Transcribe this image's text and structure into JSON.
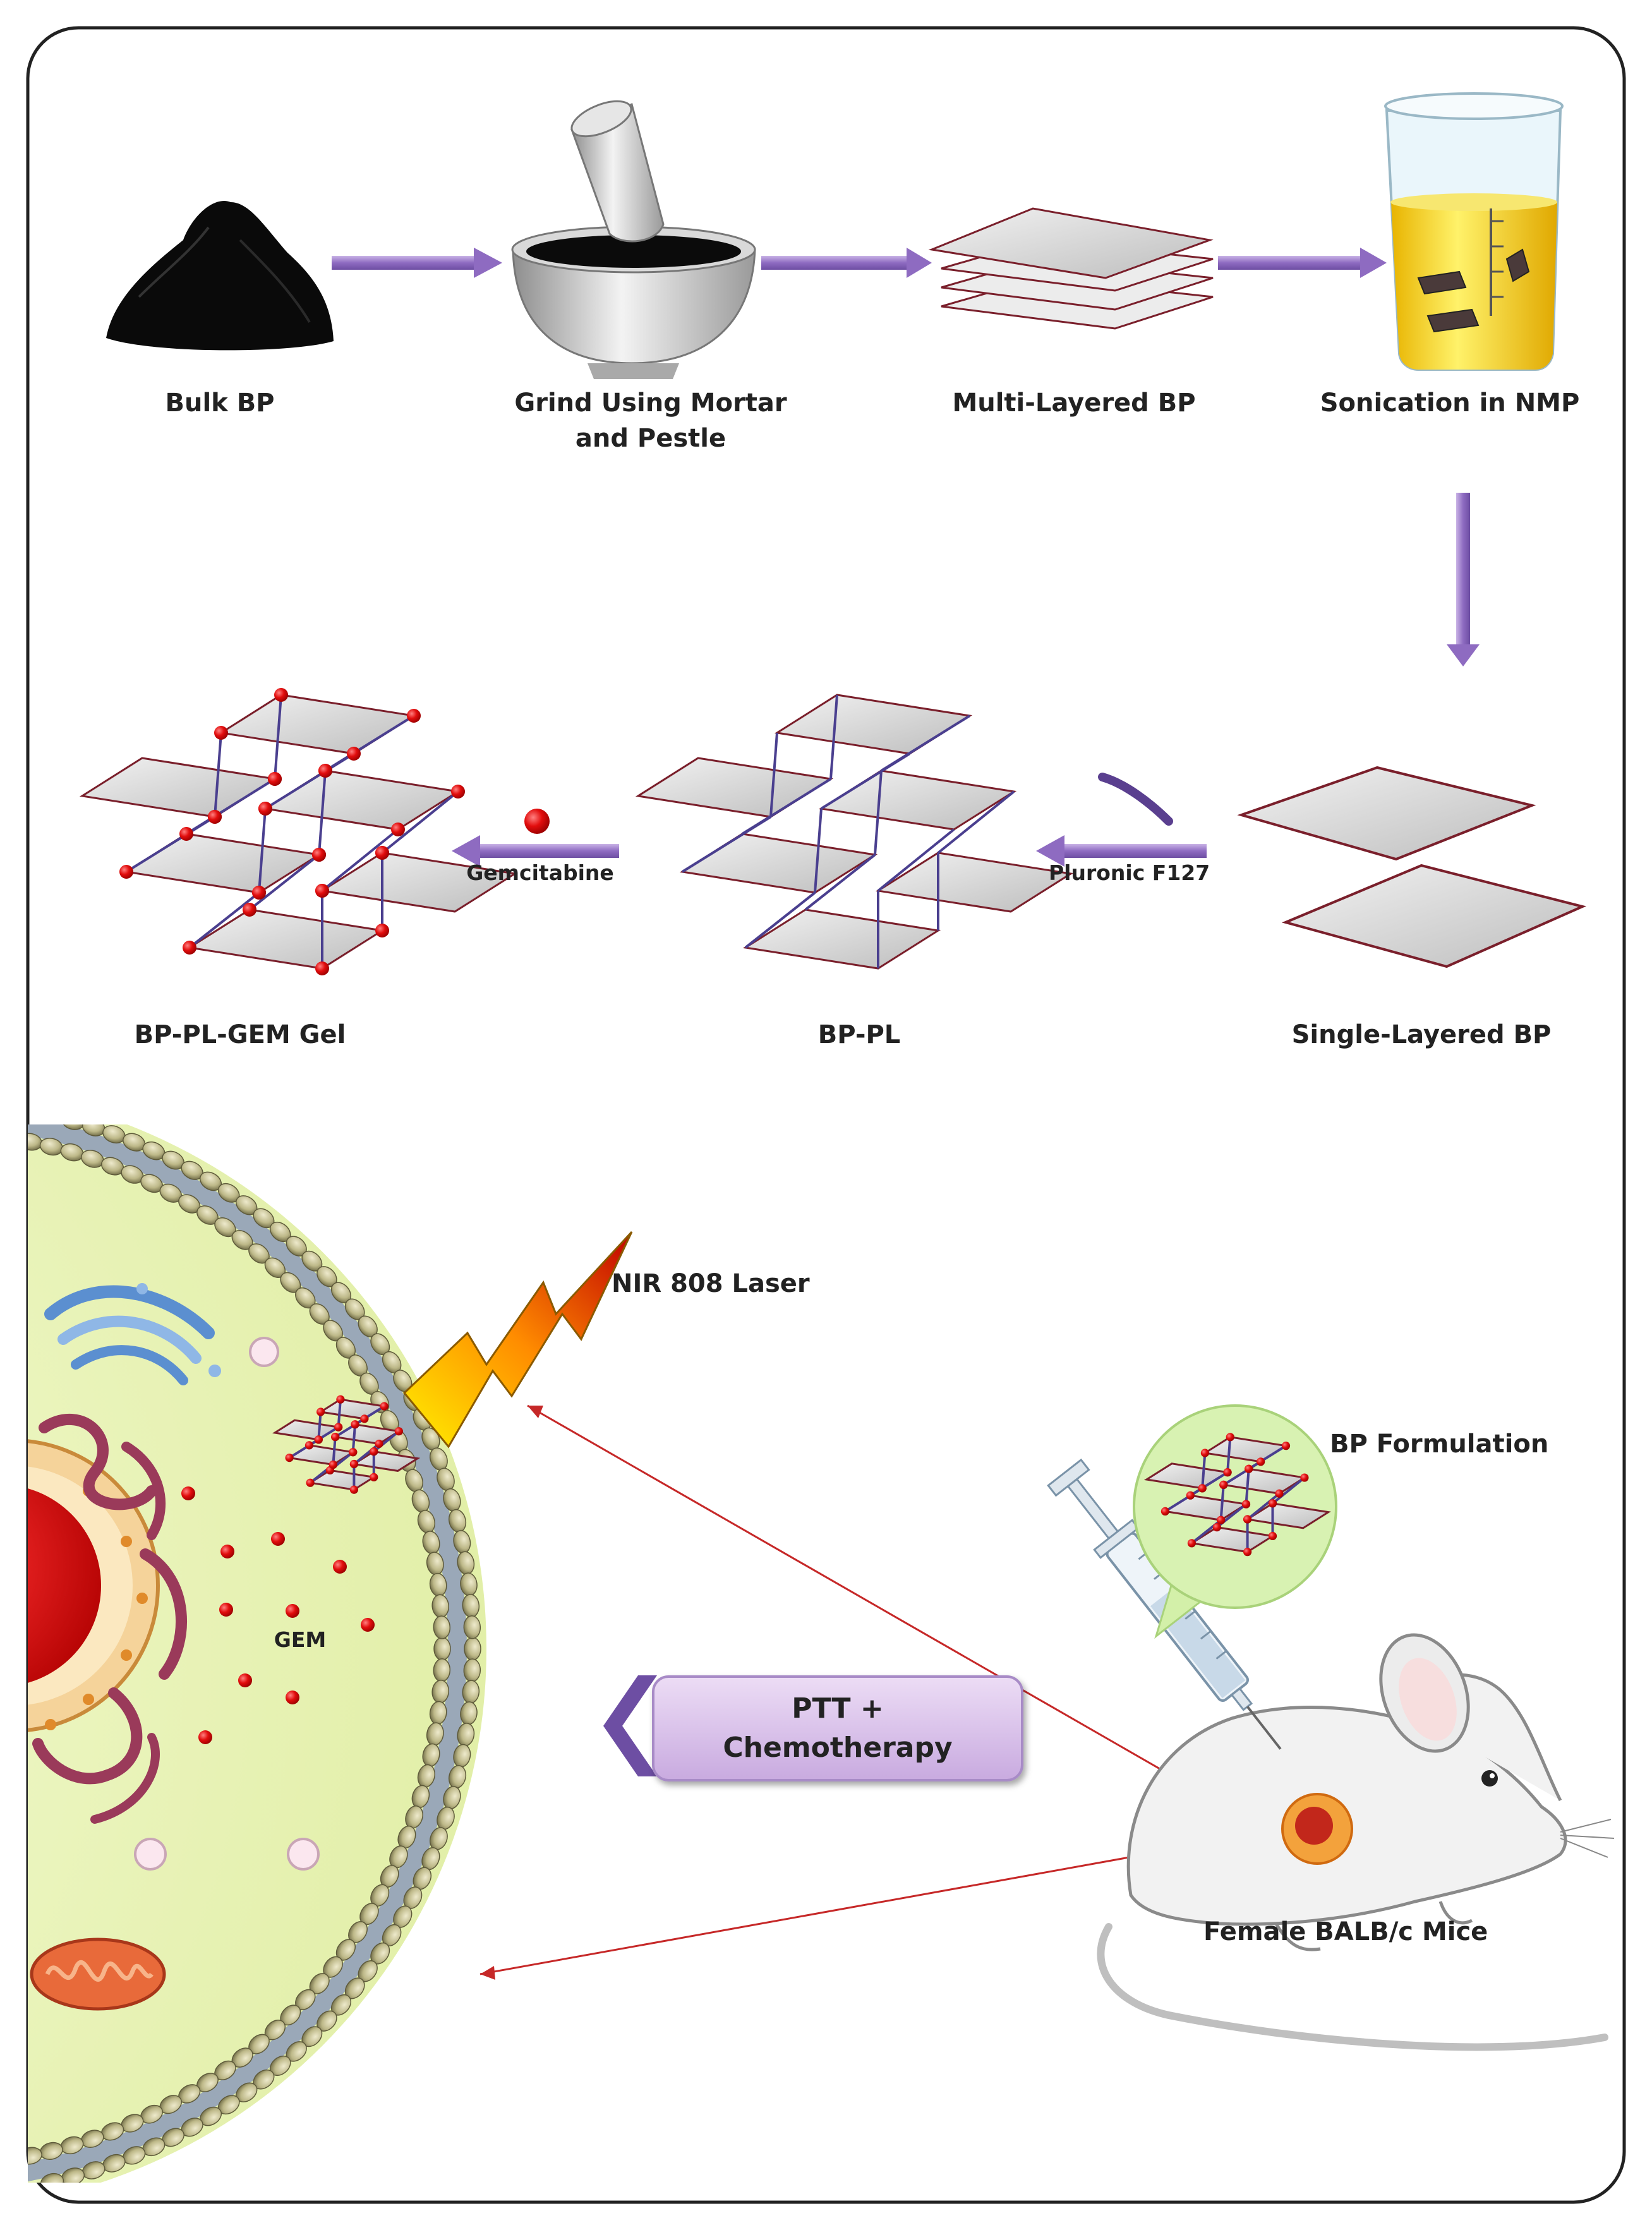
{
  "steps": {
    "bulk": "Bulk BP",
    "grind_1": "Grind Using Mortar",
    "grind_2": "and Pestle",
    "multi": "Multi-Layered BP",
    "sonication": "Sonication in NMP",
    "single": "Single-Layered BP",
    "bp_pl": "BP-PL",
    "gel": "BP-PL-GEM Gel"
  },
  "reagents": {
    "pluronic": "Pluronic F127",
    "gemcitabine": "Gemcitabine"
  },
  "bottom": {
    "laser": "NIR 808 Laser",
    "formulation": "BP Formulation",
    "gem": "GEM",
    "therapy_1": "PTT +",
    "therapy_2": "Chemotherapy",
    "mice": "Female BALB/c Mice"
  },
  "colors": {
    "arrow": "#8e6bc1",
    "arrow_light": "#c9b3e6",
    "sheet_fill": "#cfcfcf",
    "sheet_edge": "#7a1f2b",
    "drug_dot": "#e20d0d",
    "cytoplasm": "#eef6c8",
    "membrane_head": "#bdb888",
    "nucleus": "#e00000"
  },
  "icons": [
    "bp-powder-icon",
    "mortar-pestle-icon",
    "beaker-icon",
    "syringe-icon",
    "mouse-icon",
    "laser-bolt-icon",
    "mitochondrion-icon",
    "golgi-icon"
  ]
}
